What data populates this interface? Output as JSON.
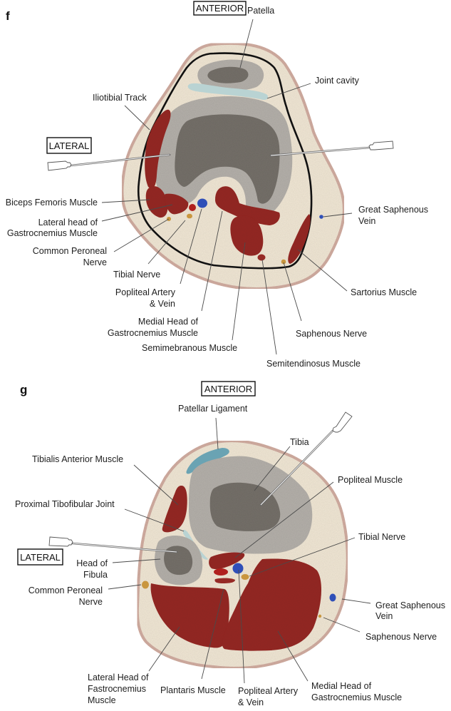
{
  "colors": {
    "skin_fill": "#f2e8d6",
    "skin_edge": "#d3aea2",
    "cortical_bone": "#b5b1ab",
    "cancellous_bone": "#76716b",
    "muscle": "#962a26",
    "artery": "#b0201e",
    "vein": "#2f4fb8",
    "nerve": "#c9963e",
    "joint_fluid": "#b9d3d3",
    "ligament": "#6aa3b3",
    "capsule_line": "#111111"
  },
  "panel_f": {
    "letter": "f",
    "orientation_top": "ANTERIOR",
    "orientation_side": "LATERAL",
    "labels": {
      "patella": "Patella",
      "joint_cavity": "Joint cavity",
      "iliotibial": "Iliotibial Track",
      "biceps": "Biceps Femoris Muscle",
      "lat_gastroc_1": "Lateral head of",
      "lat_gastroc_2": "Gastrocnemius Muscle",
      "cpn_1": "Common Peroneal",
      "cpn_2": "Nerve",
      "tibial_nerve": "Tibial Nerve",
      "popliteal_1": "Popliteal Artery",
      "popliteal_2": "& Vein",
      "med_gastroc_1": "Medial Head of",
      "med_gastroc_2": "Gastrocnemius Muscle",
      "semimembranous": "Semimebranous Muscle",
      "semitendinosus": "Semitendinosus Muscle",
      "saphenous_nerve": "Saphenous Nerve",
      "sartorius": "Sartorius Muscle",
      "gsv_1": "Great Saphenous",
      "gsv_2": "Vein"
    }
  },
  "panel_g": {
    "letter": "g",
    "orientation_top": "ANTERIOR",
    "orientation_side": "LATERAL",
    "labels": {
      "patellar_ligament": "Patellar Ligament",
      "tibia": "Tibia",
      "tibialis_anterior": "Tibialis Anterior Muscle",
      "popliteal_muscle": "Popliteal Muscle",
      "prox_tibfib": "Proximal Tibofibular Joint",
      "tibial_nerve": "Tibial Nerve",
      "head_fibula_1": "Head of",
      "head_fibula_2": "Fibula",
      "cpn_1": "Common Peroneal",
      "cpn_2": "Nerve",
      "gsv_1": "Great Saphenous",
      "gsv_2": "Vein",
      "saphenous_nerve": "Saphenous Nerve",
      "lat_head_1": "Lateral Head of",
      "lat_head_2": "Fastrocnemius",
      "lat_head_3": "Muscle",
      "plantaris": "Plantaris Muscle",
      "popliteal_av_1": "Popliteal Artery",
      "popliteal_av_2": "& Vein",
      "med_head_1": "Medial Head of",
      "med_head_2": "Gastrocnemius Muscle"
    }
  }
}
